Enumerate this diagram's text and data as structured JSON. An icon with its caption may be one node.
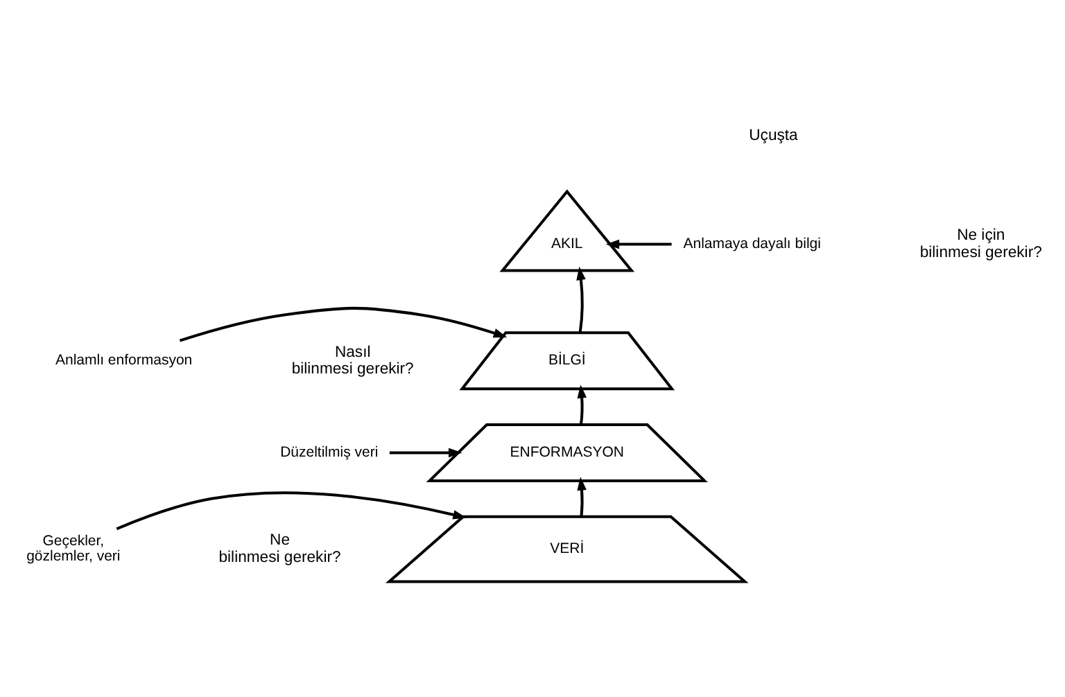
{
  "diagram": {
    "nodes": [
      {
        "text": [
          "AKIL"
        ]
      },
      {
        "text": [
          "BİLGİ"
        ]
      },
      {
        "text": [
          "ENFORMASYON"
        ]
      },
      {
        "text": [
          "VERİ"
        ]
      },
      {
        "text": [
          "Anlamaya dayalı bilgi"
        ]
      },
      {
        "text": [
          "Anlamlı enformasyon"
        ]
      },
      {
        "text": [
          "Düzeltilmiş veri"
        ]
      },
      {
        "text": [
          "Geçekler, gözlemler, veri"
        ]
      }
    ],
    "edges": [
      {
        "from": 4,
        "to": 0,
        "arrow": "to"
      },
      {
        "from": 1,
        "to": 0,
        "arrow": "to"
      },
      {
        "from": 5,
        "to": 1,
        "arrow": "to"
      },
      {
        "from": 2,
        "to": 1,
        "arrow": "to"
      },
      {
        "from": 6,
        "to": 2,
        "arrow": "to"
      },
      {
        "from": 3,
        "to": 2,
        "arrow": "to"
      },
      {
        "from": 7,
        "to": 3,
        "arrow": "to"
      }
    ],
    "labels": [
      "Uçuşta",
      "Ne için bilinmesi gerekir?",
      "Nasıl bilinmesi gerekir?",
      "Ne bilinmesi gerekir?"
    ]
  }
}
